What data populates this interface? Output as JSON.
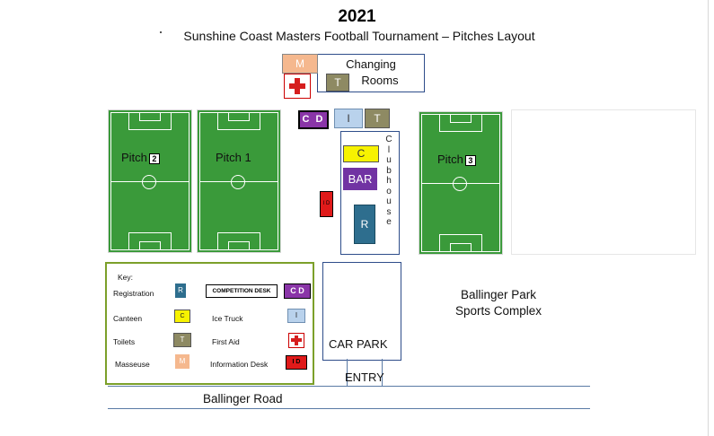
{
  "header": {
    "year": "2021",
    "title": "Sunshine Coast Masters Football Tournament – Pitches Layout"
  },
  "pitches": [
    {
      "label": "Pitch",
      "number": "2"
    },
    {
      "label": "Pitch 1",
      "number": ""
    },
    {
      "label": "Pitch",
      "number": "3"
    }
  ],
  "buildings": {
    "changing_rooms_line1": "Changing",
    "changing_rooms_line2": "Rooms",
    "masseuse_code": "M",
    "toilets_code": "T",
    "competition_desk_code": "C D",
    "ice_truck_code": "I",
    "canteen_code": "C",
    "bar_label": "BAR",
    "registration_code": "R",
    "info_desk_code": "I D",
    "clubhouse_letters": [
      "C",
      "l",
      "u",
      "b",
      "h",
      "o",
      "u",
      "s",
      "e"
    ]
  },
  "grounds": {
    "car_park": "CAR PARK",
    "entry": "ENTRY",
    "road": "Ballinger Road",
    "park_line1": "Ballinger Park",
    "park_line2": "Sports Complex"
  },
  "key": {
    "title": "Key:",
    "registration": "Registration",
    "competition_desk": "COMPETITION DESK",
    "canteen": "Canteen",
    "ice_truck": "Ice Truck",
    "toilets": "Toilets",
    "first_aid": "First Aid",
    "masseuse": "Masseuse",
    "information_desk": "Information Desk",
    "code_r": "R",
    "code_cd": "C D",
    "code_c": "C",
    "code_i": "I",
    "code_t": "T",
    "code_m": "M",
    "code_id": "I D"
  },
  "colors": {
    "pitch_green": "#3a9a3a",
    "competition_purple": "#8a35a8",
    "bar_purple": "#7133a3",
    "canteen_yellow": "#f7f200",
    "registration_teal": "#2e6e8e",
    "toilets_olive": "#8e8a63",
    "masseuse_peach": "#f5b88e",
    "info_red": "#e01a1a",
    "ice_blue": "#b9d2ec",
    "key_border": "#7ca02a"
  }
}
